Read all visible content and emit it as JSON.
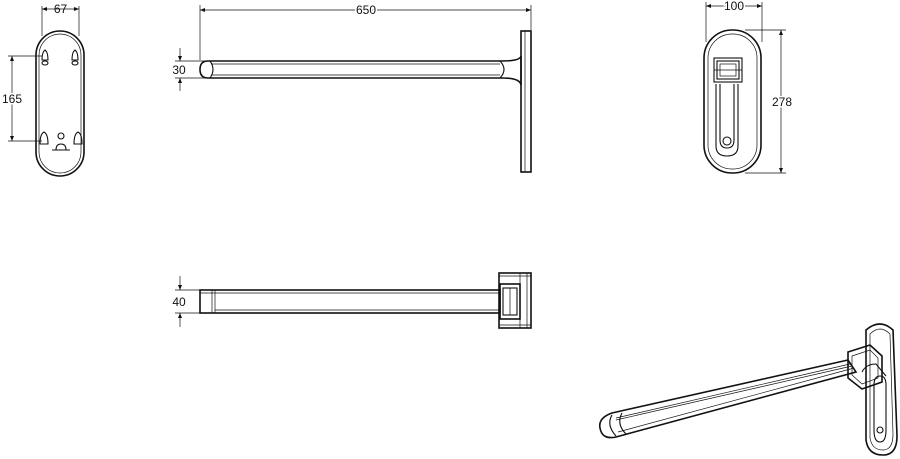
{
  "dimensions": {
    "plate_width": "67",
    "plate_hole_spacing": "165",
    "bar_length": "650",
    "bar_height_side": "30",
    "bar_height_top": "40",
    "front_width": "100",
    "front_height": "278"
  }
}
